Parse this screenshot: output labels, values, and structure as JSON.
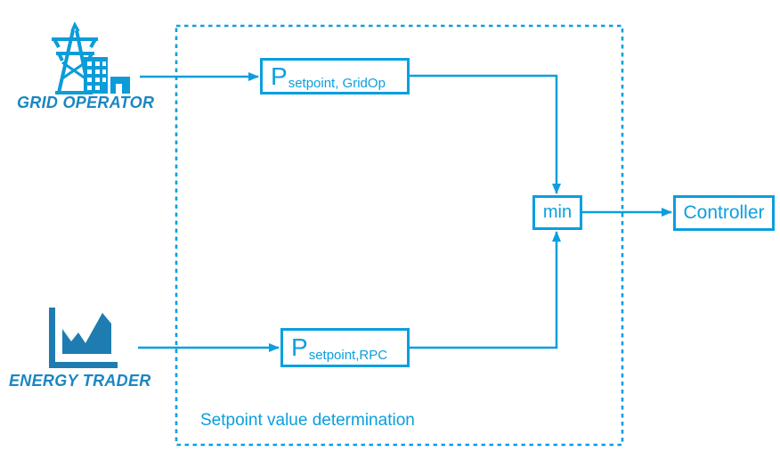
{
  "title": "Setpoint value determination diagram",
  "colors": {
    "accent": "#0A9FDE",
    "grid_operator_icon": "#0C9CD8",
    "energy_trader_icon": "#1E7CB1",
    "actor_label_text": "#1B86C2",
    "background": "#FFFFFF"
  },
  "actors": {
    "grid_operator": {
      "label": "GRID OPERATOR",
      "icon": "power-grid-icon"
    },
    "energy_trader": {
      "label": "ENERGY TRADER",
      "icon": "market-chart-icon"
    }
  },
  "region": {
    "label": "Setpoint value determination"
  },
  "nodes": {
    "setpoint_gridop": {
      "symbol": "P",
      "subscript": "setpoint, GridOp"
    },
    "setpoint_rpc": {
      "symbol": "P",
      "subscript": "setpoint,RPC"
    },
    "min": {
      "label": "min"
    },
    "controller": {
      "label": "Controller"
    }
  },
  "edges": [
    {
      "from": "grid-operator",
      "to": "setpoint-gridop"
    },
    {
      "from": "energy-trader",
      "to": "setpoint-rpc"
    },
    {
      "from": "setpoint-gridop",
      "to": "min"
    },
    {
      "from": "setpoint-rpc",
      "to": "min"
    },
    {
      "from": "min",
      "to": "controller"
    }
  ]
}
